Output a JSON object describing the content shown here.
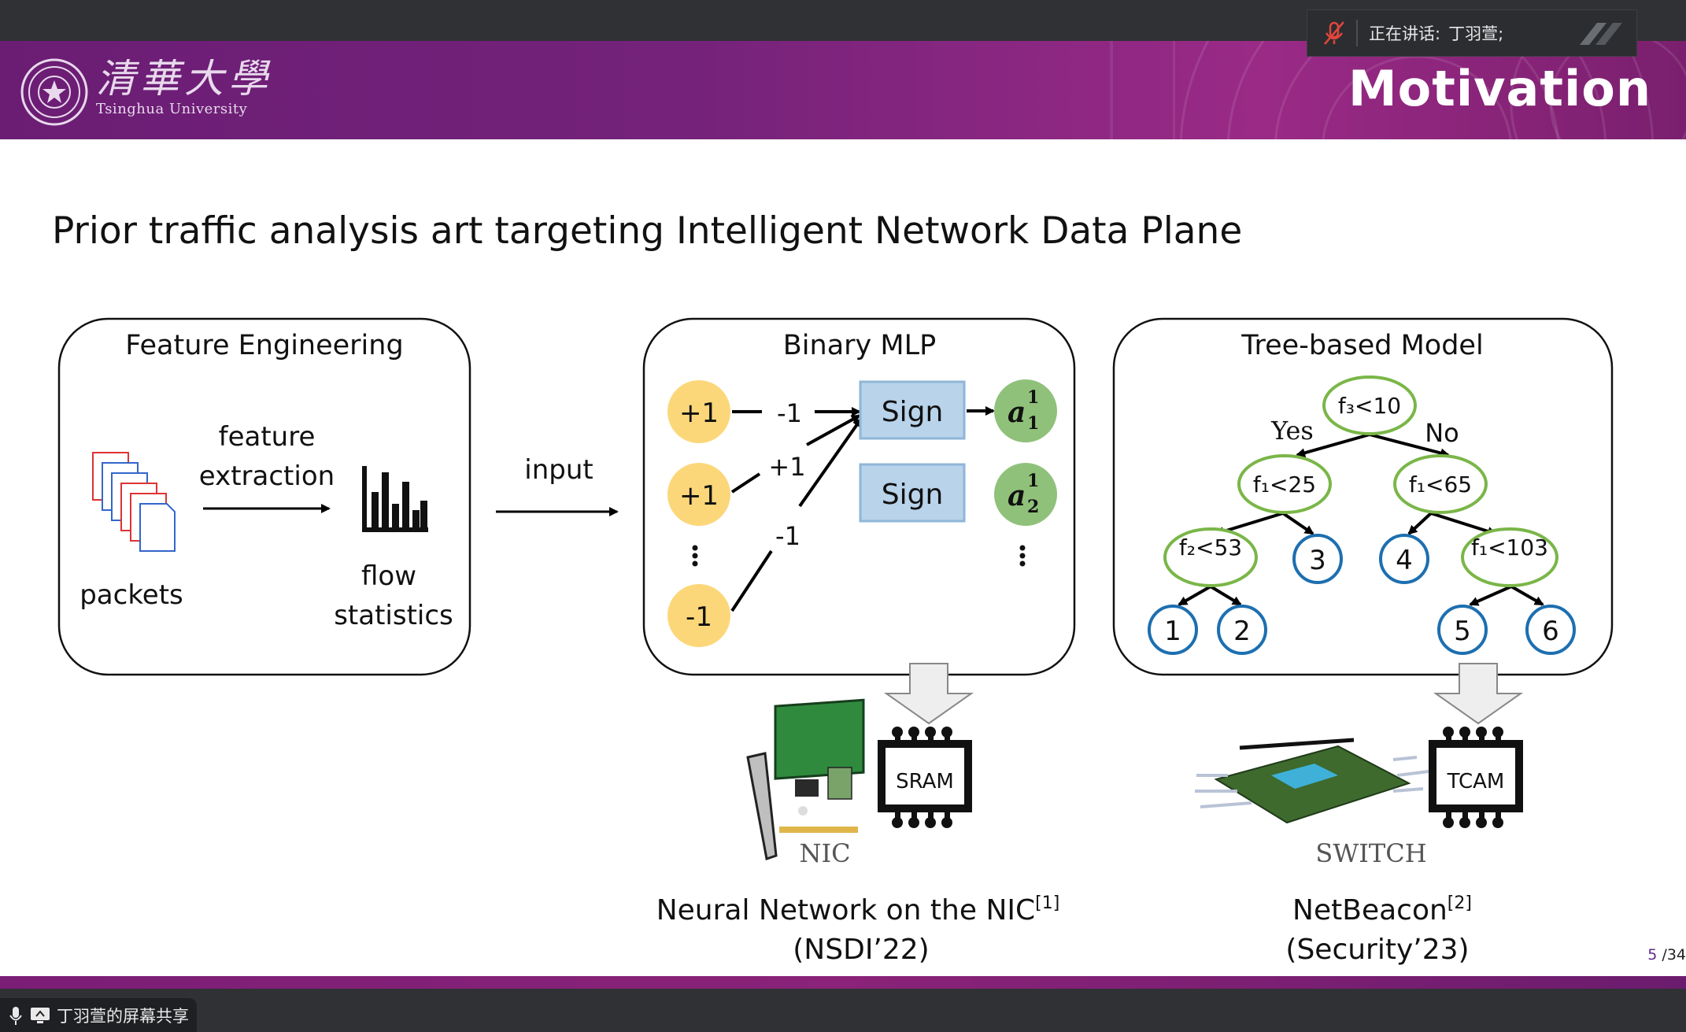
{
  "meeting": {
    "speaking_label": "正在讲话:",
    "speaking_name": "丁羽萱;",
    "share_label": "丁羽萱的屏幕共享"
  },
  "banner": {
    "university_cn": "清華大學",
    "university_en": "Tsinghua University",
    "section": "Motivation"
  },
  "slide": {
    "title": "Prior traffic analysis art targeting Intelligent Network Data Plane",
    "page_current": "5",
    "page_total": "/34"
  },
  "feature_engineering": {
    "title": "Feature Engineering",
    "arrow_label_1": "feature",
    "arrow_label_2": "extraction",
    "left_label": "packets",
    "right_label_1": "flow",
    "right_label_2": "statistics"
  },
  "input_label": "input",
  "binary_mlp": {
    "title": "Binary MLP",
    "inputs": [
      "+1",
      "+1",
      "-1"
    ],
    "weights": [
      "-1",
      "+1",
      "-1"
    ],
    "sign_label": "Sign",
    "outputs": [
      "a",
      "a"
    ]
  },
  "tree_model": {
    "title": "Tree-based Model",
    "yes": "Yes",
    "no": "No",
    "root": "f₃<10",
    "left": "f₁<25",
    "right": "f₁<65",
    "left_left": "f₂<53",
    "right_right": "f₁<103",
    "leaves": [
      "1",
      "2",
      "3",
      "4",
      "5",
      "6"
    ]
  },
  "hardware": {
    "sram": "SRAM",
    "nic": "NIC",
    "tcam": "TCAM",
    "switch": "SWITCH"
  },
  "references": {
    "left_line1": "Neural Network on the NIC",
    "left_sup": "[1]",
    "left_line2": "(NSDI’22)",
    "right_line1": "NetBeacon",
    "right_sup": "[2]",
    "right_line2": "(Security’23)"
  },
  "colors": {
    "banner": "#74227a",
    "input_node": "#fcd77a",
    "output_node": "#8fc17a",
    "sign_box": "#b8d3ea",
    "tree_decision": "#7ab648",
    "tree_leaf": "#1d6fb0"
  }
}
